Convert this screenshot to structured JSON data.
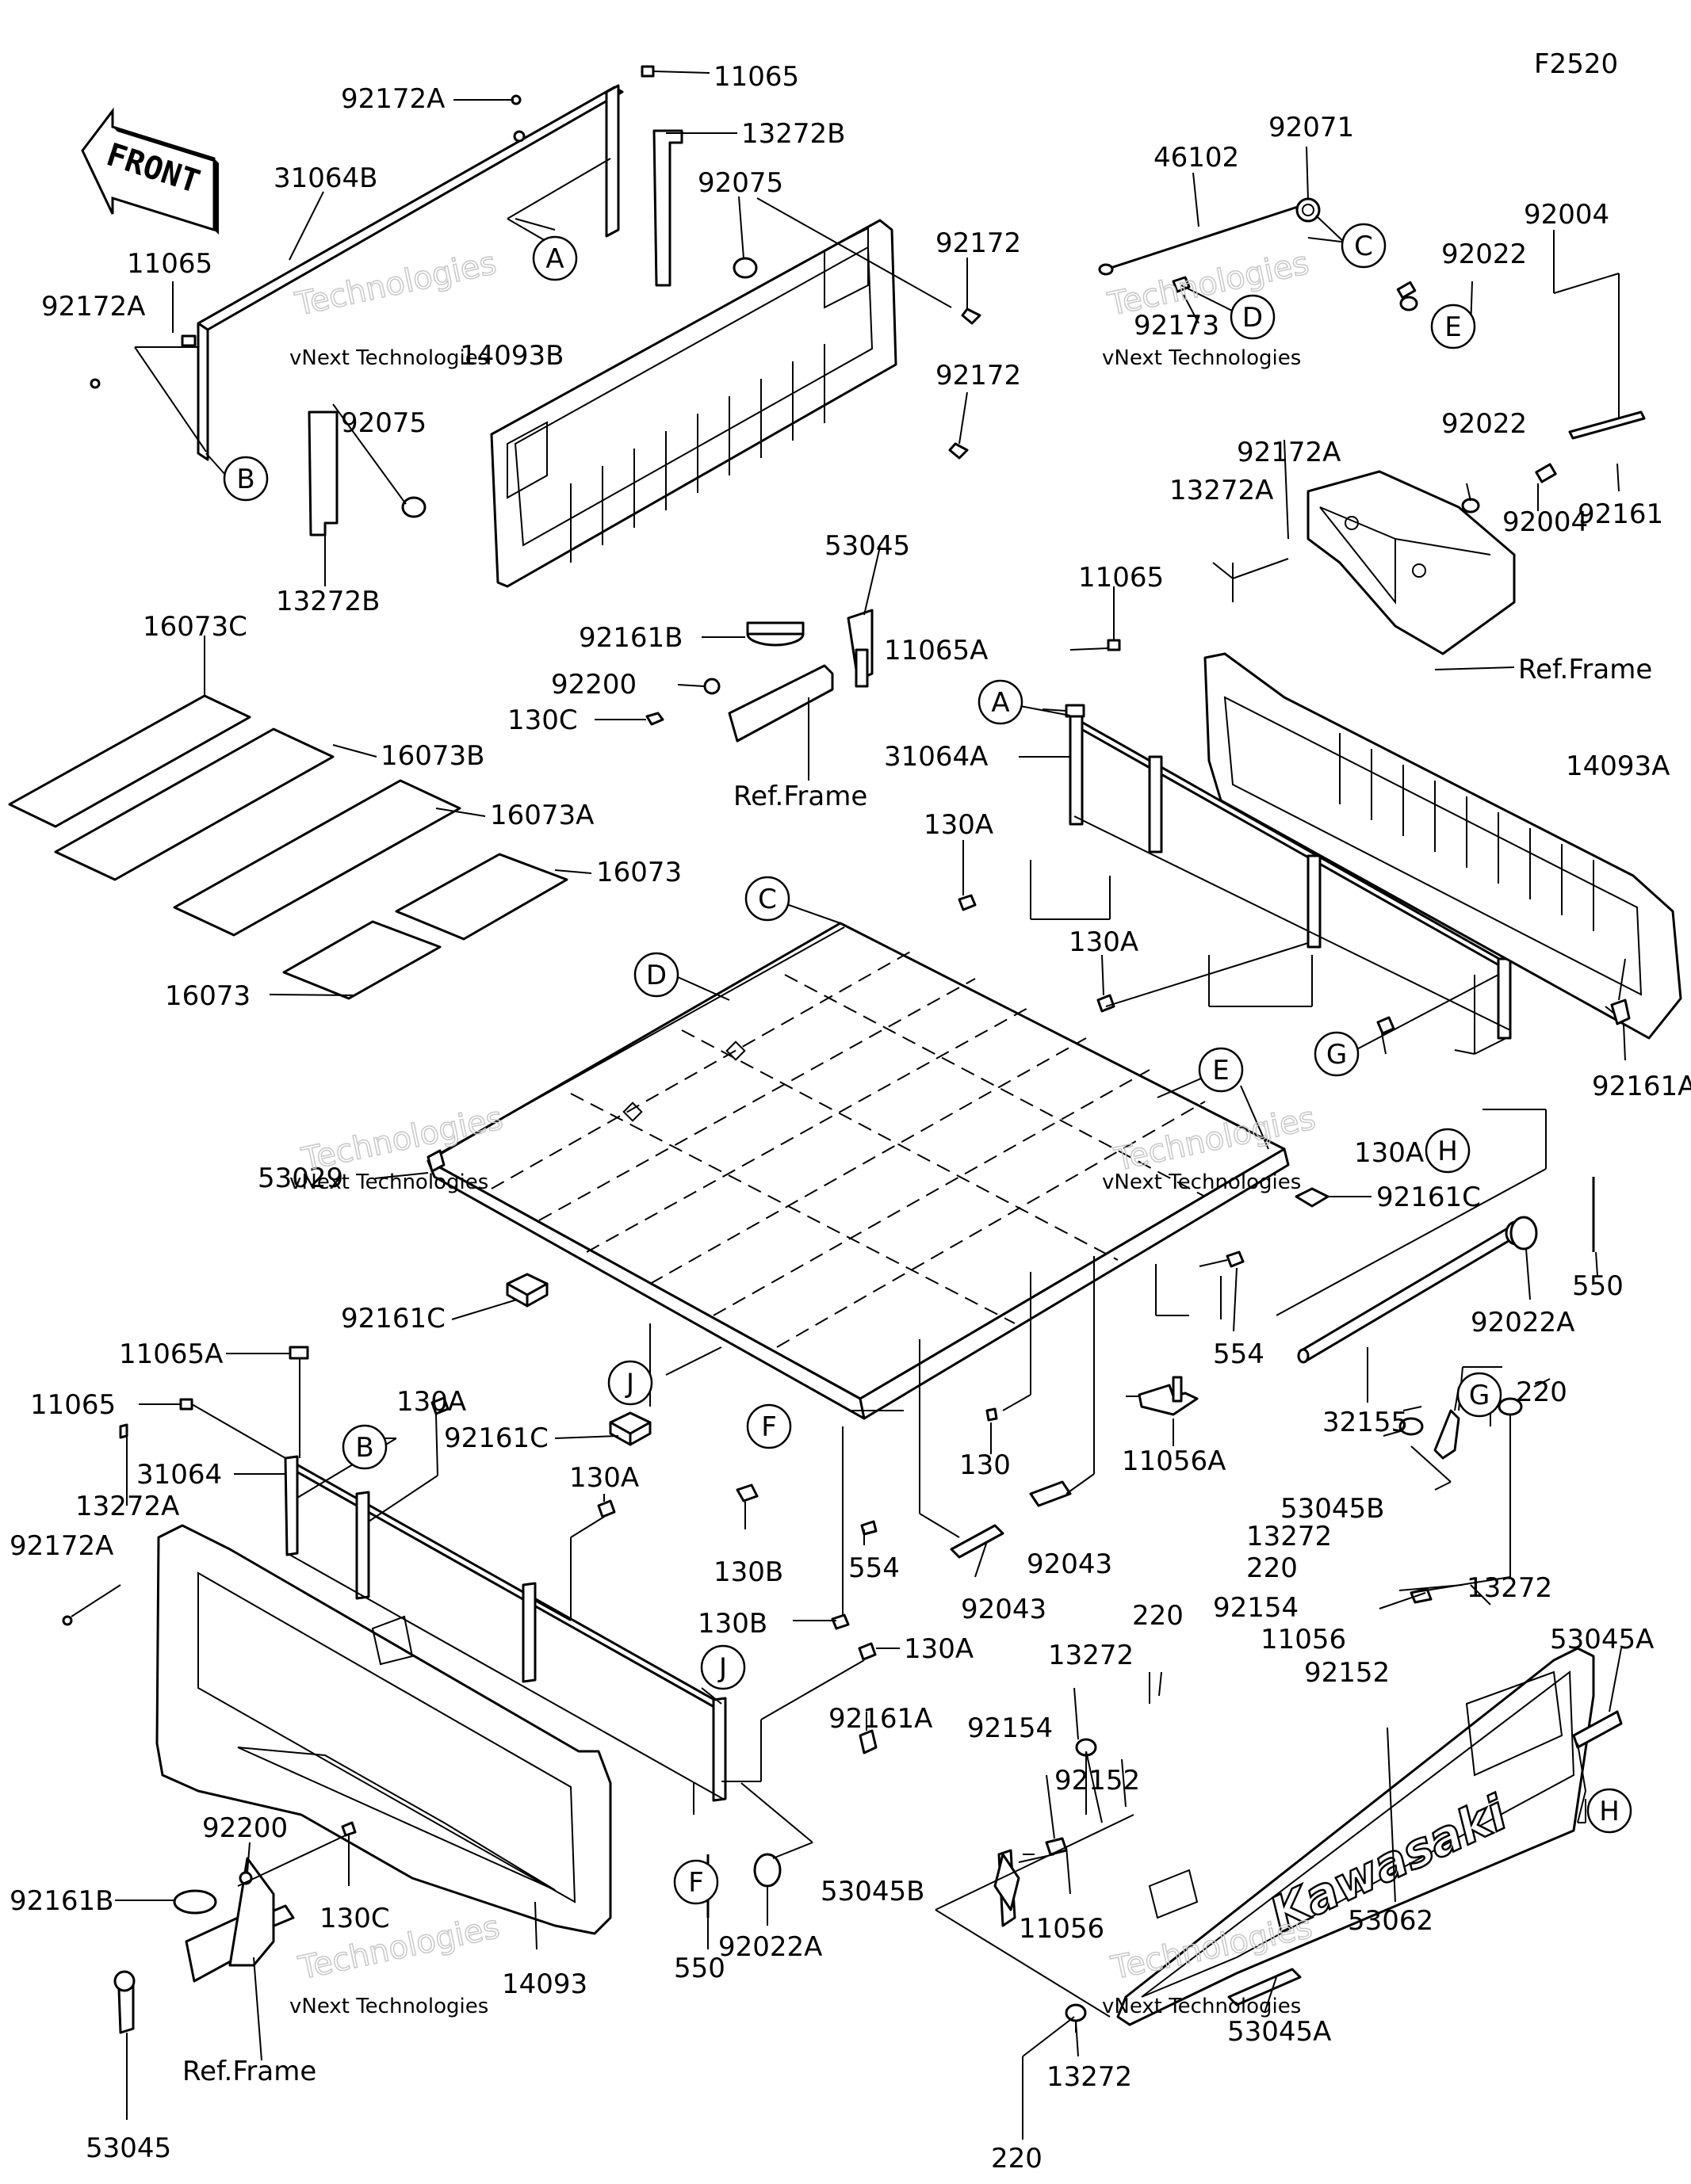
{
  "figure_code": "F2520",
  "front_arrow": {
    "text": "FRONT"
  },
  "watermark": {
    "line1": "vNext Technologies",
    "line2": "Technologies"
  },
  "callout_letters": [
    "A",
    "B",
    "C",
    "D",
    "E",
    "F",
    "G",
    "H",
    "J"
  ],
  "part_labels": {
    "p11065_a": "11065",
    "p92172A_a": "92172A",
    "p13272B_a": "13272B",
    "p31064B": "31064B",
    "p92075_a": "92075",
    "p11065_b": "11065",
    "p92172A_b": "92172A",
    "p14093B": "14093B",
    "p92075_b": "92075",
    "p13272B_b": "13272B",
    "p92172_a": "92172",
    "p92172_b": "92172",
    "p46102": "46102",
    "p92071": "92071",
    "p92173": "92173",
    "p92004_a": "92004",
    "p92022_a": "92022",
    "p92022_b": "92022",
    "p92004_b": "92004",
    "p92161": "92161",
    "p92172A_c": "92172A",
    "p13272A_a": "13272A",
    "ref_frame_a": "Ref.Frame",
    "p53045_a": "53045",
    "p92161B_a": "92161B",
    "p92200_a": "92200",
    "p130C_a": "130C",
    "ref_frame_b": "Ref.Frame",
    "p16073C": "16073C",
    "p16073B": "16073B",
    "p16073A": "16073A",
    "p16073_a": "16073",
    "p16073_b": "16073",
    "p11065_c": "11065",
    "p11065A_a": "11065A",
    "p31064A": "31064A",
    "p130A_a": "130A",
    "p130A_b": "130A",
    "p14093A": "14093A",
    "p130A_c": "130A",
    "p92161A_a": "92161A",
    "p53029": "53029",
    "p92161C_a": "92161C",
    "p92161C_b": "92161C",
    "p92161C_c": "92161C",
    "p550_a": "550",
    "p92022A_a": "92022A",
    "p554_a": "554",
    "p32155": "32155",
    "p11065A_b": "11065A",
    "p11065_d": "11065",
    "p31064": "31064",
    "p130A_d": "130A",
    "p13272A_b": "13272A",
    "p92172A_d": "92172A",
    "p130A_e": "130A",
    "p130B_a": "130B",
    "p130B_b": "130B",
    "p554_b": "554",
    "p130": "130",
    "p92043_a": "92043",
    "p92043_b": "92043",
    "p11056A": "11056A",
    "p220_a": "220",
    "p53045B_a": "53045B",
    "p13272_a": "13272",
    "p220_b": "220",
    "p13272_b": "13272",
    "p92154_a": "92154",
    "p11056_a": "11056",
    "p92152_a": "92152",
    "p53045A_a": "53045A",
    "p130A_f": "130A",
    "p92161A_b": "92161A",
    "p220_c": "220",
    "p13272_c": "13272",
    "p92154_b": "92154",
    "p92152_b": "92152",
    "p53045B_b": "53045B",
    "p11056_b": "11056",
    "p53062": "53062",
    "p92200_b": "92200",
    "p130C_b": "130C",
    "p92161B_b": "92161B",
    "p14093": "14093",
    "ref_frame_c": "Ref.Frame",
    "p53045_b": "53045",
    "p550_b": "550",
    "p92022A_b": "92022A",
    "p53045A_b": "53045A",
    "p13272_d": "13272",
    "p220_d": "220"
  },
  "brand_text": "Kawasaki"
}
